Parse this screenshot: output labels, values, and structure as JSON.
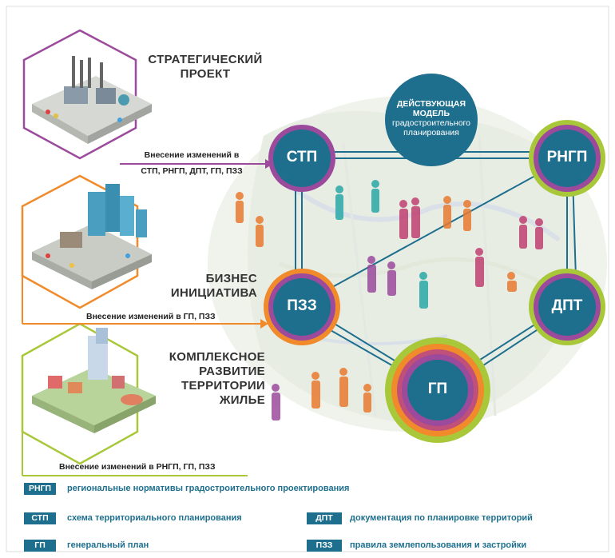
{
  "blocks": {
    "strategic": {
      "title_line1": "СТРАТЕГИЧЕСКИЙ",
      "title_line2": "ПРОЕКТ",
      "note_line1": "Внесение изменений в",
      "note_line2": "СТП, РНГП, ДПТ, ГП, ПЗЗ"
    },
    "business": {
      "title_line1": "БИЗНЕС",
      "title_line2": "ИНИЦИАТИВА",
      "note": "Внесение изменений в  ГП, ПЗЗ"
    },
    "complex": {
      "title_line1": "КОМПЛЕКСНОЕ",
      "title_line2": "РАЗВИТИЕ",
      "title_line3": "ТЕРРИТОРИИ",
      "title_line4": "ЖИЛЬЕ",
      "note": "Внесение изменений в  РНГП, ГП, ПЗЗ"
    }
  },
  "nodes": {
    "stp": "СТП",
    "rngp": "РНГП",
    "pzz": "ПЗЗ",
    "dpt": "ДПТ",
    "gp": "ГП",
    "model_line1": "ДЕЙСТВУЮЩАЯ",
    "model_line2": "МОДЕЛЬ",
    "model_line3": "градостроительного",
    "model_line4": "планирования"
  },
  "legend": [
    {
      "abbr": "РНГП",
      "text": "региональные нормативы градостроительного проектирования"
    },
    {
      "abbr": "СТП",
      "text": "схема территориального планирования"
    },
    {
      "abbr": "ДПТ",
      "text": "документация по планировке территорий"
    },
    {
      "abbr": "ГП",
      "text": "генеральный план"
    },
    {
      "abbr": "ПЗЗ",
      "text": "правила землепользования и застройки"
    }
  ],
  "colors": {
    "teal": "#1e6f8e",
    "purple": "#9b4a9c",
    "orange": "#f08a2a",
    "lime": "#a8c83a",
    "pink": "#c0507a"
  }
}
